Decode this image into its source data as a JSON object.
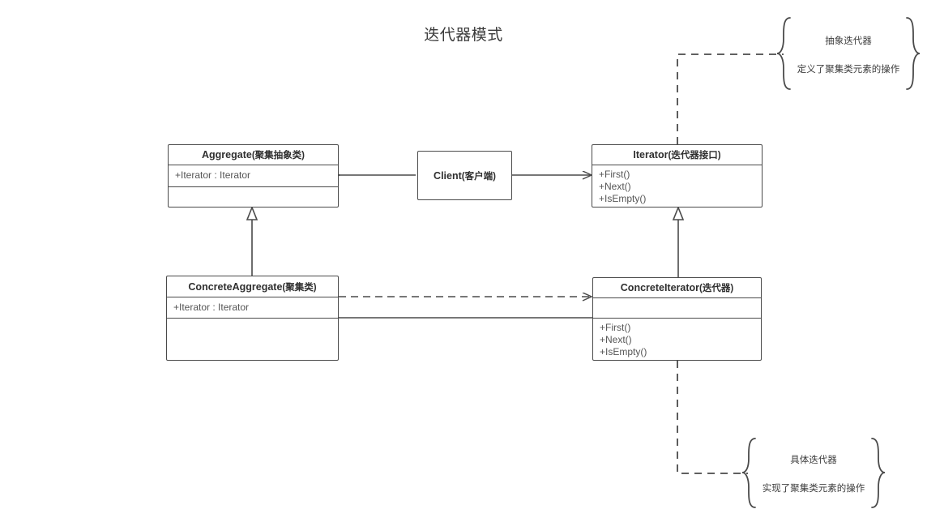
{
  "diagram": {
    "title": "迭代器模式",
    "type": "uml-class-diagram",
    "colors": {
      "background": "#ffffff",
      "stroke": "#4a4a4a",
      "text": "#3c3c3c",
      "member_text": "#555555"
    }
  },
  "classes": {
    "aggregate": {
      "name_en": "Aggregate",
      "name_cn": "(聚集抽象类)",
      "attributes": [
        "+Iterator : Iterator"
      ],
      "operations": []
    },
    "client": {
      "name_en": "Client",
      "name_cn": "(客户端)"
    },
    "iterator": {
      "name_en": "Iterator",
      "name_cn": "(迭代器接口)",
      "operations": [
        "+First()",
        "+Next()",
        "+IsEmpty()"
      ]
    },
    "concrete_aggregate": {
      "name_en": "ConcreteAggregate",
      "name_cn": "(聚集类)",
      "attributes": [
        "+Iterator : Iterator"
      ],
      "operations": []
    },
    "concrete_iterator": {
      "name_en": "ConcreteIterator",
      "name_cn": "(迭代器)",
      "attributes": [],
      "operations": [
        "+First()",
        "+Next()",
        "+IsEmpty()"
      ]
    }
  },
  "annotations": {
    "abstract_iterator": {
      "line1": "抽象迭代器",
      "line2": "定义了聚集类元素的操作"
    },
    "concrete_iterator": {
      "line1": "具体迭代器",
      "line2": "实现了聚集类元素的操作"
    }
  },
  "relationships": [
    {
      "from": "client",
      "to": "aggregate",
      "style": "solid",
      "arrow": "open"
    },
    {
      "from": "client",
      "to": "iterator",
      "style": "solid",
      "arrow": "open"
    },
    {
      "from": "concrete_aggregate",
      "to": "aggregate",
      "style": "solid",
      "arrow": "hollow-triangle"
    },
    {
      "from": "concrete_iterator",
      "to": "iterator",
      "style": "solid",
      "arrow": "hollow-triangle"
    },
    {
      "from": "concrete_aggregate",
      "to": "concrete_iterator",
      "style": "dashed",
      "arrow": "open"
    },
    {
      "from": "concrete_iterator",
      "to": "concrete_aggregate",
      "style": "solid",
      "arrow": "open"
    }
  ]
}
